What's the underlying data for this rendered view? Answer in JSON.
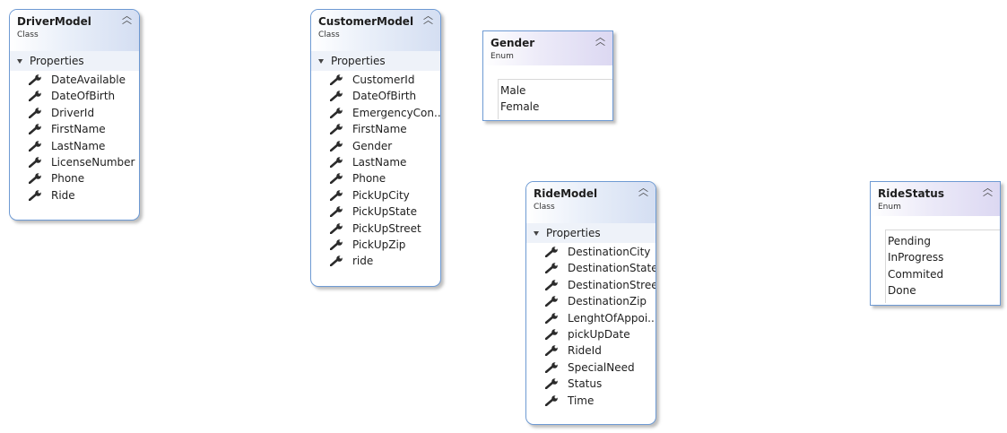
{
  "shapes": {
    "driver": {
      "title": "DriverModel",
      "stereotype": "Class",
      "section": "Properties",
      "properties": [
        "DateAvailable",
        "DateOfBirth",
        "DriverId",
        "FirstName",
        "LastName",
        "LicenseNumber",
        "Phone",
        "Ride"
      ]
    },
    "customer": {
      "title": "CustomerModel",
      "stereotype": "Class",
      "section": "Properties",
      "properties": [
        "CustomerId",
        "DateOfBirth",
        "EmergencyCon...",
        "FirstName",
        "Gender",
        "LastName",
        "Phone",
        "PickUpCity",
        "PickUpState",
        "PickUpStreet",
        "PickUpZip",
        "ride"
      ]
    },
    "gender": {
      "title": "Gender",
      "stereotype": "Enum",
      "values": [
        "Male",
        "Female"
      ]
    },
    "ride": {
      "title": "RideModel",
      "stereotype": "Class",
      "section": "Properties",
      "properties": [
        "DestinationCity",
        "DestinationState",
        "DestinationStreet",
        "DestinationZip",
        "LenghtOfAppoi...",
        "pickUpDate",
        "RideId",
        "SpecialNeed",
        "Status",
        "Time"
      ]
    },
    "ridestatus": {
      "title": "RideStatus",
      "stereotype": "Enum",
      "values": [
        "Pending",
        "InProgress",
        "Commited",
        "Done"
      ]
    }
  },
  "colors": {
    "border": "#6e9ad3",
    "class_header": "#d4def2",
    "enum_header": "#dcd8f2",
    "section_bg": "#eef2f9"
  },
  "icons": {
    "property": "wrench-icon",
    "collapse": "double-chevron-up-icon"
  }
}
